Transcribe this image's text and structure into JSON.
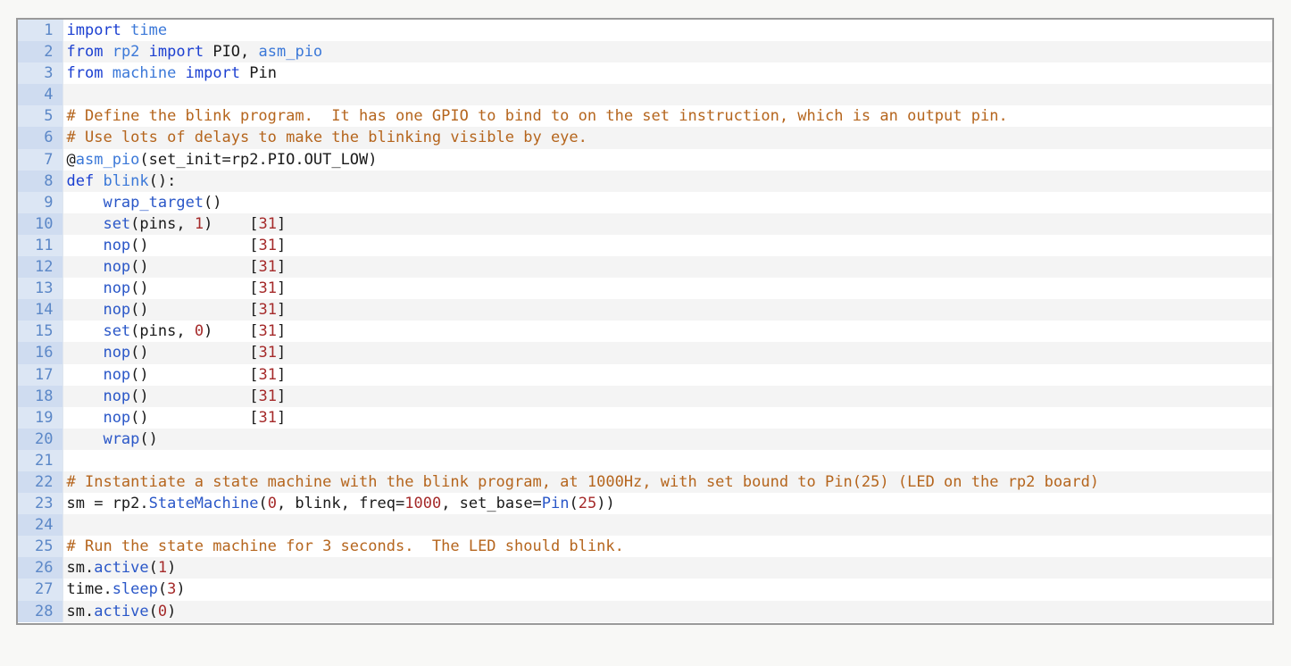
{
  "editor": {
    "name": "python-code-listing",
    "language": "Python",
    "background": "#ffffff",
    "border_color": "#9a9a9a",
    "page_background": "#f8f8f6",
    "gutter_text_color": "#5b87c7",
    "stripe_odd": "#ffffff",
    "stripe_even": "#f4f4f4",
    "gutter_stripe_odd": "#dce6f4",
    "gutter_stripe_even": "#cfdcf0",
    "colors": {
      "keyword": "#1b3fd1",
      "name": "#3b78d8",
      "function": "#2a57c8",
      "number": "#a52a2a",
      "comment": "#b5651d",
      "plain": "#1a1a1a"
    },
    "first_line_number": 1,
    "last_line_number": 28,
    "total_lines": 28,
    "lines": [
      {
        "n": "1",
        "text": "import time",
        "tokens": [
          {
            "c": "kw",
            "s": "import"
          },
          {
            "c": "plain",
            "s": " "
          },
          {
            "c": "name",
            "s": "time"
          }
        ]
      },
      {
        "n": "2",
        "text": "from rp2 import PIO, asm_pio",
        "tokens": [
          {
            "c": "kw",
            "s": "from"
          },
          {
            "c": "plain",
            "s": " "
          },
          {
            "c": "name",
            "s": "rp2"
          },
          {
            "c": "plain",
            "s": " "
          },
          {
            "c": "kw",
            "s": "import"
          },
          {
            "c": "plain",
            "s": " PIO, "
          },
          {
            "c": "name",
            "s": "asm_pio"
          }
        ]
      },
      {
        "n": "3",
        "text": "from machine import Pin",
        "tokens": [
          {
            "c": "kw",
            "s": "from"
          },
          {
            "c": "plain",
            "s": " "
          },
          {
            "c": "name",
            "s": "machine"
          },
          {
            "c": "plain",
            "s": " "
          },
          {
            "c": "kw",
            "s": "import"
          },
          {
            "c": "plain",
            "s": " Pin"
          }
        ]
      },
      {
        "n": "4",
        "text": "",
        "tokens": []
      },
      {
        "n": "5",
        "text": "# Define the blink program.  It has one GPIO to bind to on the set instruction, which is an output pin.",
        "tokens": [
          {
            "c": "comment",
            "s": "# Define the blink program.  It has one GPIO to bind to on the set instruction, which is an output pin."
          }
        ]
      },
      {
        "n": "6",
        "text": "# Use lots of delays to make the blinking visible by eye.",
        "tokens": [
          {
            "c": "comment",
            "s": "# Use lots of delays to make the blinking visible by eye."
          }
        ]
      },
      {
        "n": "7",
        "text": "@asm_pio(set_init=rp2.PIO.OUT_LOW)",
        "tokens": [
          {
            "c": "plain",
            "s": "@"
          },
          {
            "c": "name",
            "s": "asm_pio"
          },
          {
            "c": "plain",
            "s": "(set_init=rp2.PIO.OUT_LOW)"
          }
        ]
      },
      {
        "n": "8",
        "text": "def blink():",
        "tokens": [
          {
            "c": "kw",
            "s": "def"
          },
          {
            "c": "plain",
            "s": " "
          },
          {
            "c": "name",
            "s": "blink"
          },
          {
            "c": "plain",
            "s": "():"
          }
        ]
      },
      {
        "n": "9",
        "text": "    wrap_target()",
        "tokens": [
          {
            "c": "plain",
            "s": "    "
          },
          {
            "c": "fn",
            "s": "wrap_target"
          },
          {
            "c": "plain",
            "s": "()"
          }
        ]
      },
      {
        "n": "10",
        "text": "    set(pins, 1)    [31]",
        "tokens": [
          {
            "c": "plain",
            "s": "    "
          },
          {
            "c": "fn",
            "s": "set"
          },
          {
            "c": "plain",
            "s": "(pins, "
          },
          {
            "c": "num",
            "s": "1"
          },
          {
            "c": "plain",
            "s": ")    ["
          },
          {
            "c": "num",
            "s": "31"
          },
          {
            "c": "plain",
            "s": "]"
          }
        ]
      },
      {
        "n": "11",
        "text": "    nop()           [31]",
        "tokens": [
          {
            "c": "plain",
            "s": "    "
          },
          {
            "c": "fn",
            "s": "nop"
          },
          {
            "c": "plain",
            "s": "()           ["
          },
          {
            "c": "num",
            "s": "31"
          },
          {
            "c": "plain",
            "s": "]"
          }
        ]
      },
      {
        "n": "12",
        "text": "    nop()           [31]",
        "tokens": [
          {
            "c": "plain",
            "s": "    "
          },
          {
            "c": "fn",
            "s": "nop"
          },
          {
            "c": "plain",
            "s": "()           ["
          },
          {
            "c": "num",
            "s": "31"
          },
          {
            "c": "plain",
            "s": "]"
          }
        ]
      },
      {
        "n": "13",
        "text": "    nop()           [31]",
        "tokens": [
          {
            "c": "plain",
            "s": "    "
          },
          {
            "c": "fn",
            "s": "nop"
          },
          {
            "c": "plain",
            "s": "()           ["
          },
          {
            "c": "num",
            "s": "31"
          },
          {
            "c": "plain",
            "s": "]"
          }
        ]
      },
      {
        "n": "14",
        "text": "    nop()           [31]",
        "tokens": [
          {
            "c": "plain",
            "s": "    "
          },
          {
            "c": "fn",
            "s": "nop"
          },
          {
            "c": "plain",
            "s": "()           ["
          },
          {
            "c": "num",
            "s": "31"
          },
          {
            "c": "plain",
            "s": "]"
          }
        ]
      },
      {
        "n": "15",
        "text": "    set(pins, 0)    [31]",
        "tokens": [
          {
            "c": "plain",
            "s": "    "
          },
          {
            "c": "fn",
            "s": "set"
          },
          {
            "c": "plain",
            "s": "(pins, "
          },
          {
            "c": "num",
            "s": "0"
          },
          {
            "c": "plain",
            "s": ")    ["
          },
          {
            "c": "num",
            "s": "31"
          },
          {
            "c": "plain",
            "s": "]"
          }
        ]
      },
      {
        "n": "16",
        "text": "    nop()           [31]",
        "tokens": [
          {
            "c": "plain",
            "s": "    "
          },
          {
            "c": "fn",
            "s": "nop"
          },
          {
            "c": "plain",
            "s": "()           ["
          },
          {
            "c": "num",
            "s": "31"
          },
          {
            "c": "plain",
            "s": "]"
          }
        ]
      },
      {
        "n": "17",
        "text": "    nop()           [31]",
        "tokens": [
          {
            "c": "plain",
            "s": "    "
          },
          {
            "c": "fn",
            "s": "nop"
          },
          {
            "c": "plain",
            "s": "()           ["
          },
          {
            "c": "num",
            "s": "31"
          },
          {
            "c": "plain",
            "s": "]"
          }
        ]
      },
      {
        "n": "18",
        "text": "    nop()           [31]",
        "tokens": [
          {
            "c": "plain",
            "s": "    "
          },
          {
            "c": "fn",
            "s": "nop"
          },
          {
            "c": "plain",
            "s": "()           ["
          },
          {
            "c": "num",
            "s": "31"
          },
          {
            "c": "plain",
            "s": "]"
          }
        ]
      },
      {
        "n": "19",
        "text": "    nop()           [31]",
        "tokens": [
          {
            "c": "plain",
            "s": "    "
          },
          {
            "c": "fn",
            "s": "nop"
          },
          {
            "c": "plain",
            "s": "()           ["
          },
          {
            "c": "num",
            "s": "31"
          },
          {
            "c": "plain",
            "s": "]"
          }
        ]
      },
      {
        "n": "20",
        "text": "    wrap()",
        "tokens": [
          {
            "c": "plain",
            "s": "    "
          },
          {
            "c": "fn",
            "s": "wrap"
          },
          {
            "c": "plain",
            "s": "()"
          }
        ]
      },
      {
        "n": "21",
        "text": "",
        "tokens": []
      },
      {
        "n": "22",
        "text": "# Instantiate a state machine with the blink program, at 1000Hz, with set bound to Pin(25) (LED on the rp2 board)",
        "tokens": [
          {
            "c": "comment",
            "s": "# Instantiate a state machine with the blink program, at 1000Hz, with set bound to Pin(25) (LED on the rp2 board)"
          }
        ]
      },
      {
        "n": "23",
        "text": "sm = rp2.StateMachine(0, blink, freq=1000, set_base=Pin(25))",
        "tokens": [
          {
            "c": "plain",
            "s": "sm = rp2."
          },
          {
            "c": "fn",
            "s": "StateMachine"
          },
          {
            "c": "plain",
            "s": "("
          },
          {
            "c": "num",
            "s": "0"
          },
          {
            "c": "plain",
            "s": ", blink, freq="
          },
          {
            "c": "num",
            "s": "1000"
          },
          {
            "c": "plain",
            "s": ", set_base="
          },
          {
            "c": "fn",
            "s": "Pin"
          },
          {
            "c": "plain",
            "s": "("
          },
          {
            "c": "num",
            "s": "25"
          },
          {
            "c": "plain",
            "s": "))"
          }
        ]
      },
      {
        "n": "24",
        "text": "",
        "tokens": []
      },
      {
        "n": "25",
        "text": "# Run the state machine for 3 seconds.  The LED should blink.",
        "tokens": [
          {
            "c": "comment",
            "s": "# Run the state machine for 3 seconds.  The LED should blink."
          }
        ]
      },
      {
        "n": "26",
        "text": "sm.active(1)",
        "tokens": [
          {
            "c": "plain",
            "s": "sm."
          },
          {
            "c": "fn",
            "s": "active"
          },
          {
            "c": "plain",
            "s": "("
          },
          {
            "c": "num",
            "s": "1"
          },
          {
            "c": "plain",
            "s": ")"
          }
        ]
      },
      {
        "n": "27",
        "text": "time.sleep(3)",
        "tokens": [
          {
            "c": "plain",
            "s": "time."
          },
          {
            "c": "fn",
            "s": "sleep"
          },
          {
            "c": "plain",
            "s": "("
          },
          {
            "c": "num",
            "s": "3"
          },
          {
            "c": "plain",
            "s": ")"
          }
        ]
      },
      {
        "n": "28",
        "text": "sm.active(0)",
        "tokens": [
          {
            "c": "plain",
            "s": "sm."
          },
          {
            "c": "fn",
            "s": "active"
          },
          {
            "c": "plain",
            "s": "("
          },
          {
            "c": "num",
            "s": "0"
          },
          {
            "c": "plain",
            "s": ")"
          }
        ]
      }
    ]
  }
}
